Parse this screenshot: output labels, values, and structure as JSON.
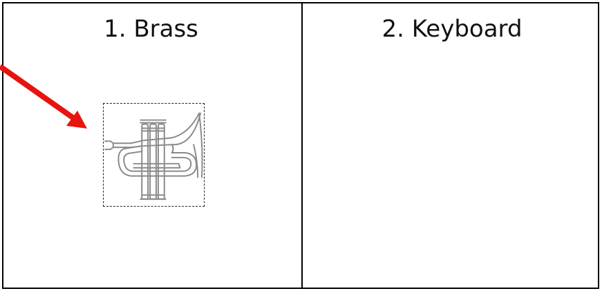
{
  "categories": [
    {
      "id": "1",
      "label": "1. Brass"
    },
    {
      "id": "2",
      "label": "2. Keyboard"
    }
  ],
  "draggable_item": {
    "icon": "trumpet-icon",
    "selected": true,
    "current_category": "1. Brass"
  },
  "pointer": {
    "icon": "red-arrow-icon",
    "color": "#e8130e"
  },
  "colors": {
    "grid_border": "#000000",
    "icon_stroke": "#8a8a8a",
    "selection_border": "#222222"
  }
}
